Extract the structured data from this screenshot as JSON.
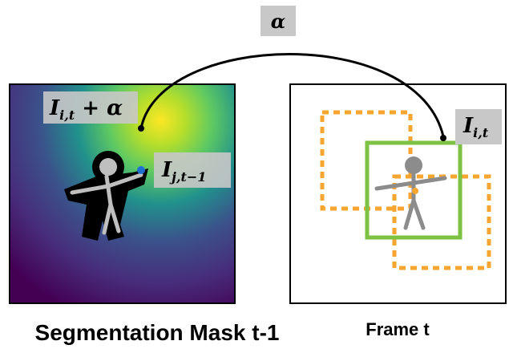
{
  "alpha_label": "α",
  "labels": {
    "i_t_plus_alpha": {
      "main": "I",
      "sub": "i,t",
      "rest": " + α"
    },
    "j_t_minus_1": {
      "main": "I",
      "sub": "j,t−1"
    },
    "i_t": {
      "main": "I",
      "sub": "i,t"
    }
  },
  "captions": {
    "left": "Segmentation Mask t-1",
    "right": "Frame t"
  },
  "colors": {
    "heatmap_dark": "#440154",
    "heatmap_mid": "#21918c",
    "heatmap_bright": "#fde725",
    "label_box": "#c8c8c8",
    "dashed_box": "#f6a531",
    "green_box": "#7dc242",
    "point_blue": "#1f6fd1",
    "figure_gray": "#8c8c8c"
  }
}
